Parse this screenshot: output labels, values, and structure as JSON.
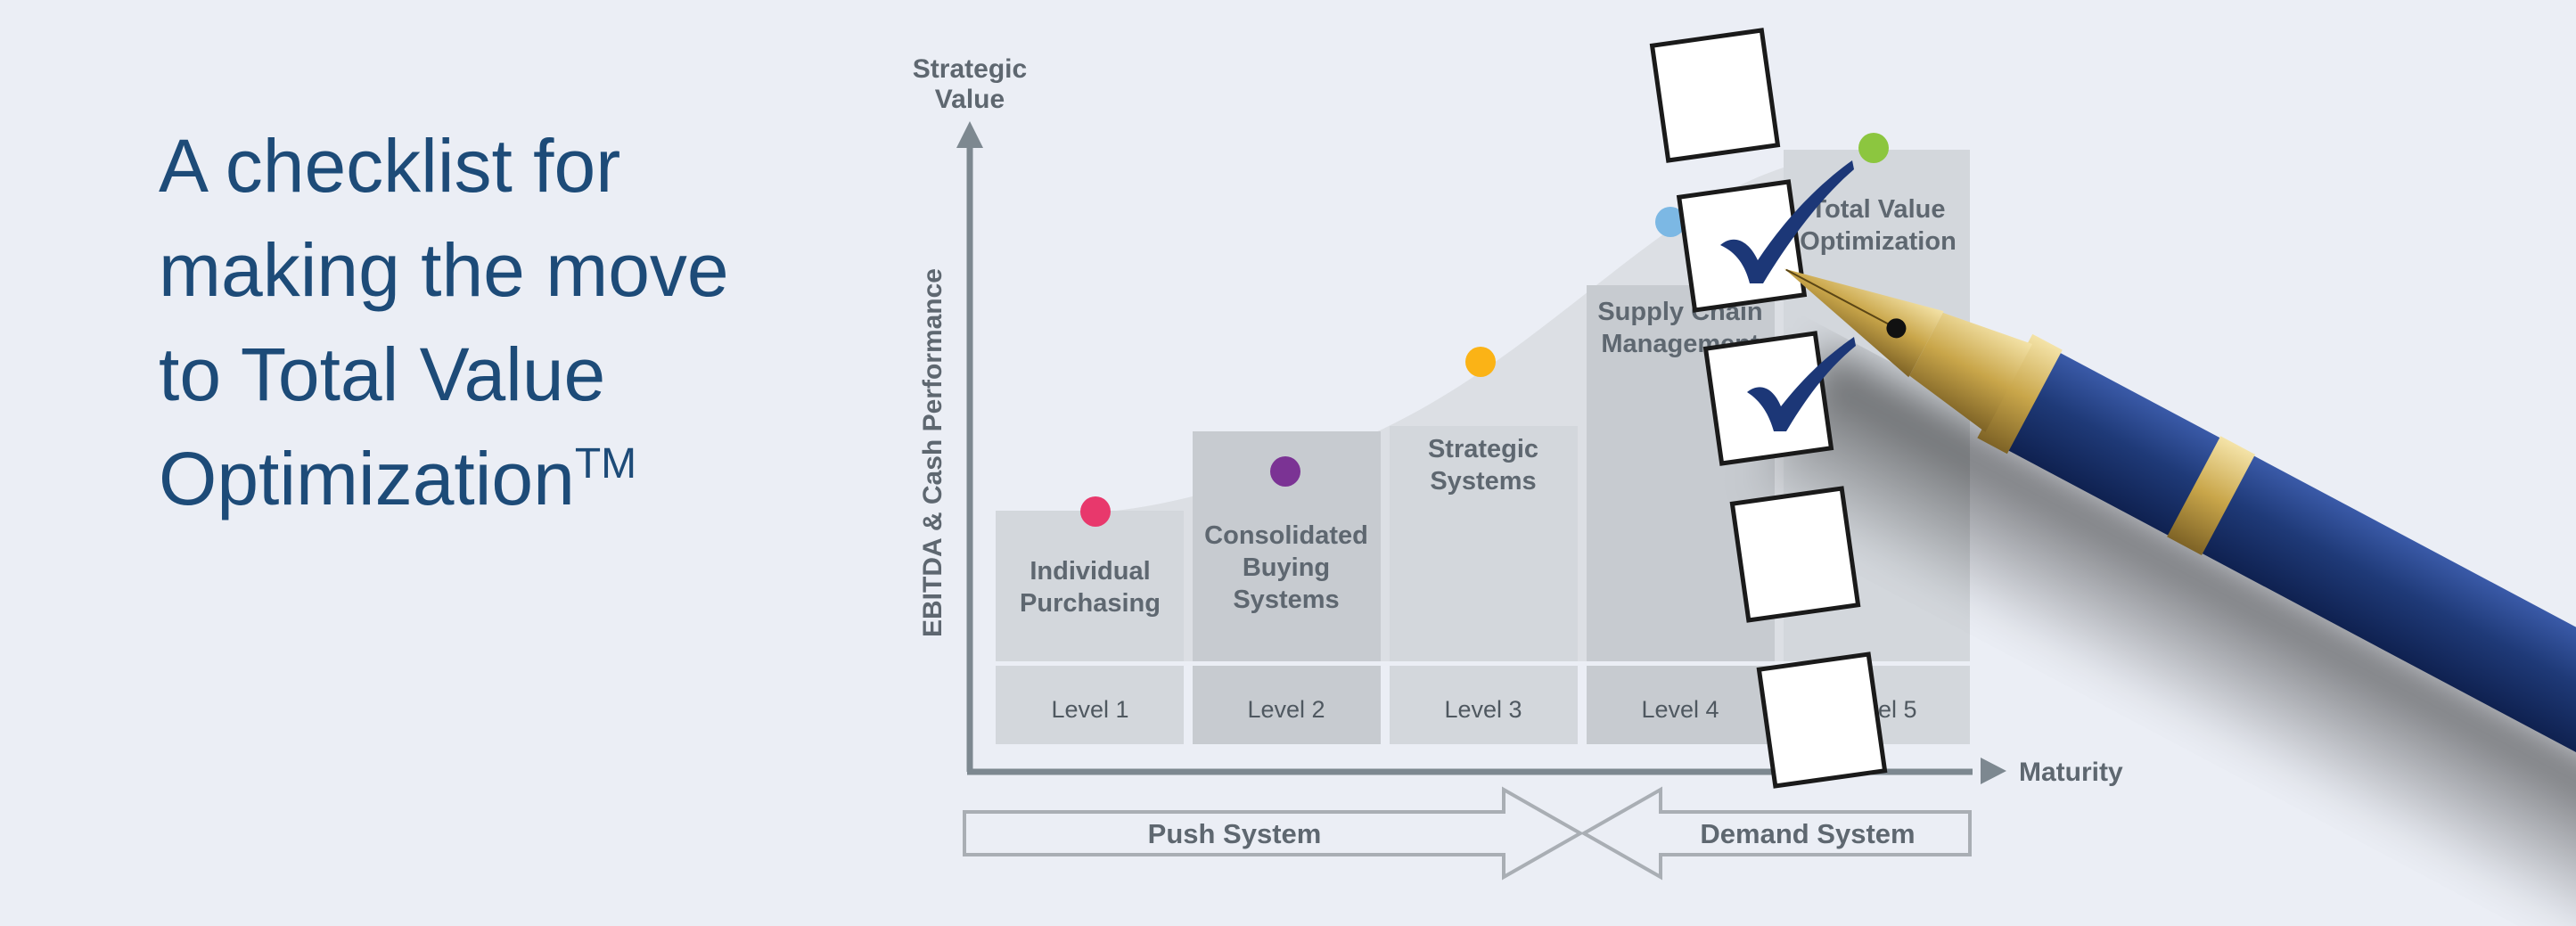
{
  "headline": {
    "line1": "A checklist for",
    "line2": "making the move",
    "line3": "to Total Value",
    "line4": "Optimization",
    "trademark": "TM"
  },
  "axes": {
    "y_label_line1": "Strategic",
    "y_label_line2": "Value",
    "y_vertical_label": "EBITDA & Cash Performance",
    "x_label": "Maturity"
  },
  "stages": [
    {
      "name_line1": "Individual",
      "name_line2": "Purchasing",
      "name_line3": "",
      "level": "Level 1",
      "dot_color": "#e8386c"
    },
    {
      "name_line1": "Consolidated",
      "name_line2": "Buying",
      "name_line3": "Systems",
      "level": "Level 2",
      "dot_color": "#7b3394"
    },
    {
      "name_line1": "Strategic",
      "name_line2": "Systems",
      "name_line3": "",
      "level": "Level 3",
      "dot_color": "#fbb316"
    },
    {
      "name_line1": "Supply Chain",
      "name_line2": "Management",
      "name_line3": "",
      "level": "Level 4",
      "dot_color": "#7cb8e4"
    },
    {
      "name_line1": "Total Value",
      "name_line2": "Optimization",
      "name_line3": "",
      "level": "Level 5",
      "dot_color": "#8cc63f"
    }
  ],
  "systems": {
    "push": "Push System",
    "demand": "Demand System"
  },
  "colors": {
    "headline": "#1d4b78",
    "background": "#ebeef5",
    "axis": "#7d8890",
    "pen_barrel": "#1f3a78",
    "pen_gold": "#c9a64a",
    "checkmark": "#1c3777"
  },
  "checklist": {
    "checked": [
      false,
      true,
      true,
      false,
      false
    ]
  }
}
